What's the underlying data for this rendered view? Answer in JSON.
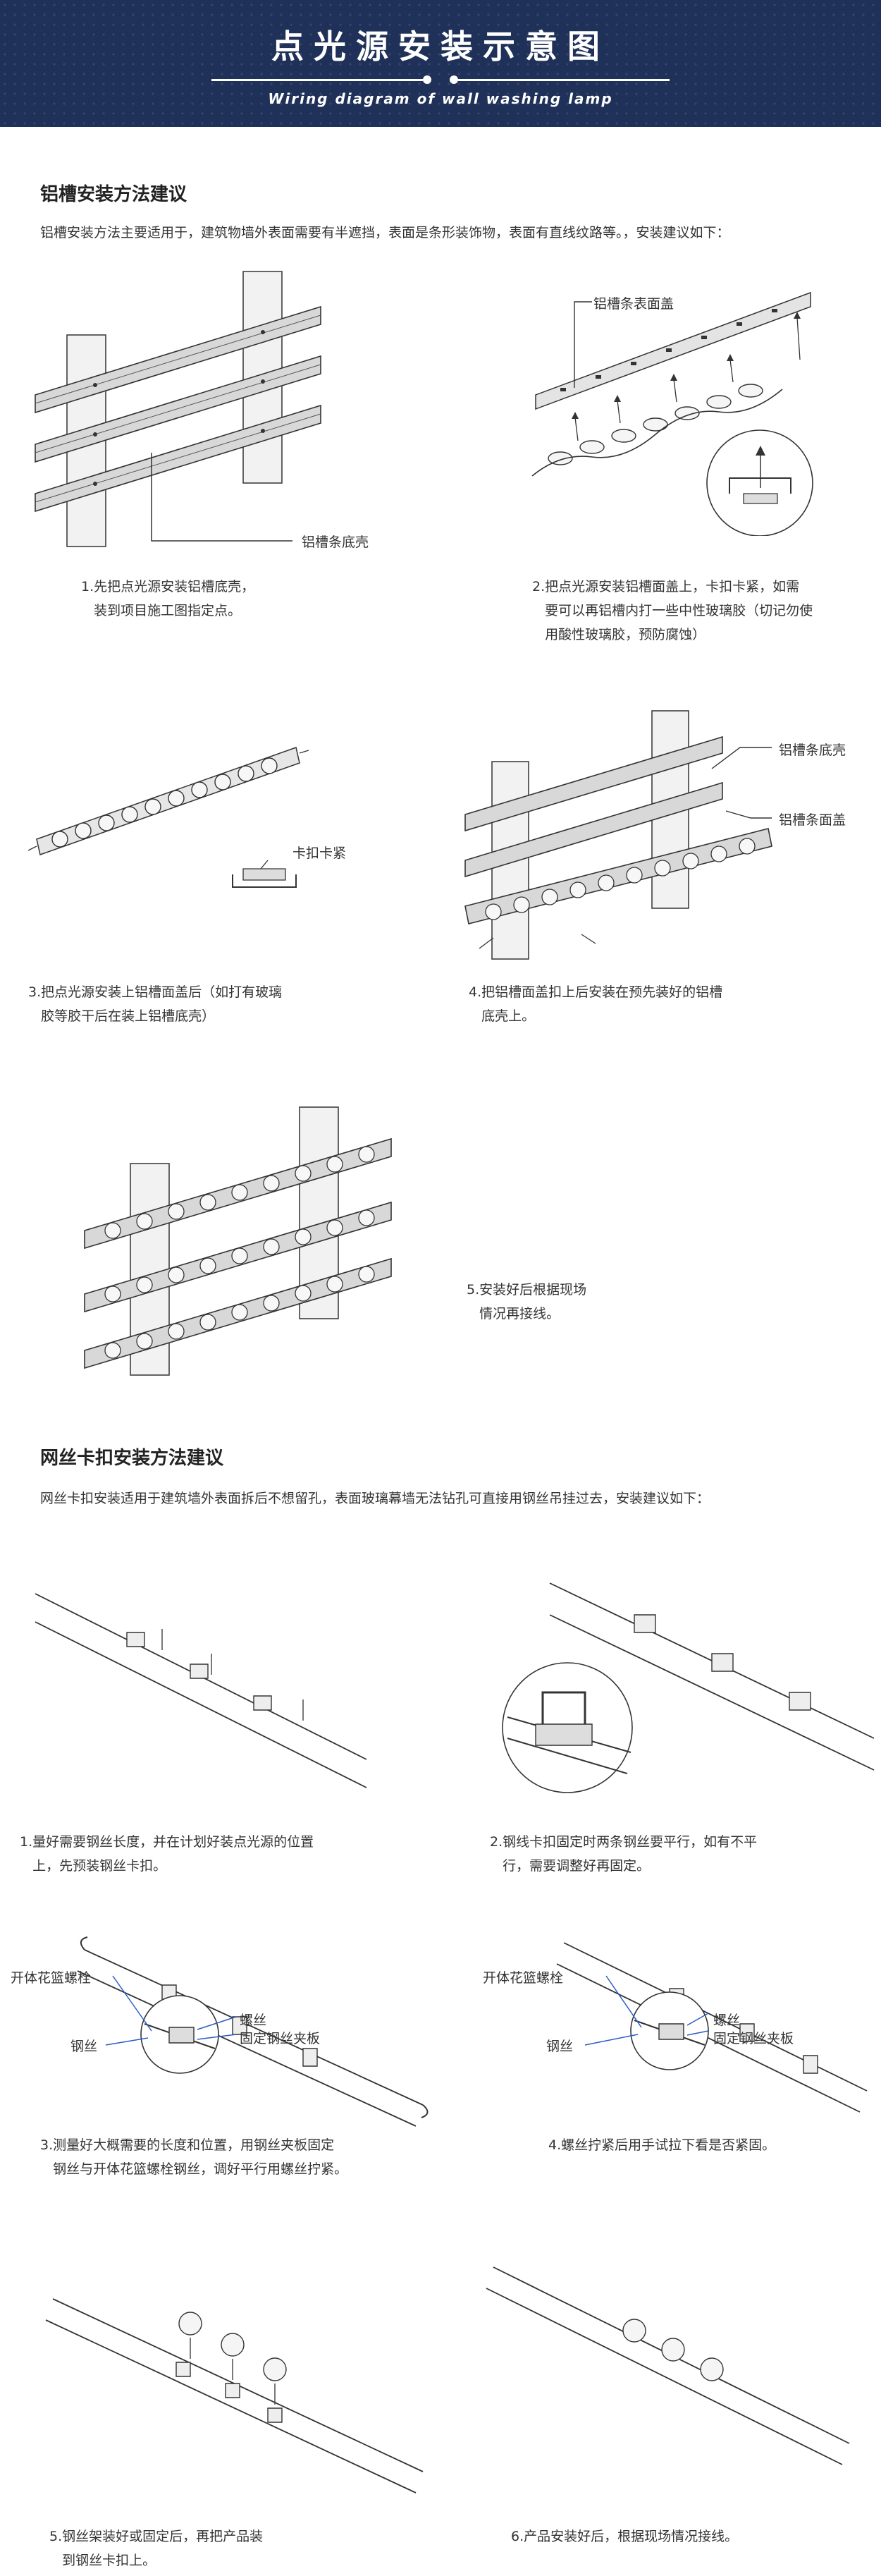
{
  "banner": {
    "title": "点光源安装示意图",
    "subtitle": "Wiring diagram of wall washing lamp"
  },
  "section1": {
    "title": "铝槽安装方法建议",
    "intro": "铝槽安装方法主要适用于，建筑物墙外表面需要有半遮挡，表面是条形装饰物，表面有直线纹路等。，安装建议如下：",
    "step1": {
      "caption": "1.先把点光源安装铝槽底壳，\n   装到项目施工图指定点。",
      "label_base": "铝槽条底壳"
    },
    "step2": {
      "caption": "2.把点光源安装铝槽面盖上，卡扣卡紧，如需\n   要可以再铝槽内打一些中性玻璃胶（切记勿使\n   用酸性玻璃胶，预防腐蚀）",
      "label_cover": "铝槽条表面盖"
    },
    "step3": {
      "caption": "3.把点光源安装上铝槽面盖后（如打有玻璃\n   胶等胶干后在装上铝槽底壳）",
      "label_clip": "卡扣卡紧"
    },
    "step4": {
      "caption": "4.把铝槽面盖扣上后安装在预先装好的铝槽\n   底壳上。",
      "label_base": "铝槽条底壳",
      "label_cover": "铝槽条面盖"
    },
    "step5": {
      "caption": "5.安装好后根据现场\n   情况再接线。"
    }
  },
  "section2": {
    "title": "网丝卡扣安装方法建议",
    "intro": "网丝卡扣安装适用于建筑墙外表面拆后不想留孔，表面玻璃幕墙无法钻孔可直接用钢丝吊挂过去，安装建议如下：",
    "step1": {
      "caption": "1.量好需要钢丝长度，并在计划好装点光源的位置\n   上，先预装钢丝卡扣。"
    },
    "step2": {
      "caption": "2.钢线卡扣固定时两条钢丝要平行，如有不平\n   行，需要调整好再固定。"
    },
    "step3": {
      "caption": "3.测量好大概需要的长度和位置，用钢丝夹板固定\n   钢丝与开体花篮螺栓钢丝，调好平行用螺丝拧紧。",
      "label_turnbuckle": "开体花篮螺栓",
      "label_wire": "钢丝",
      "label_screw": "螺丝",
      "label_plate": "固定钢丝夹板"
    },
    "step4": {
      "caption": "4.螺丝拧紧后用手试拉下看是否紧固。",
      "label_turnbuckle": "开体花篮螺栓",
      "label_wire": "钢丝",
      "label_screw": "螺丝",
      "label_plate": "固定钢丝夹板"
    },
    "step5": {
      "caption": "5.钢丝架装好或固定后，再把产品装\n   到钢丝卡扣上。"
    },
    "step6": {
      "caption": "6.产品安装好后，根据现场情况接线。"
    }
  }
}
